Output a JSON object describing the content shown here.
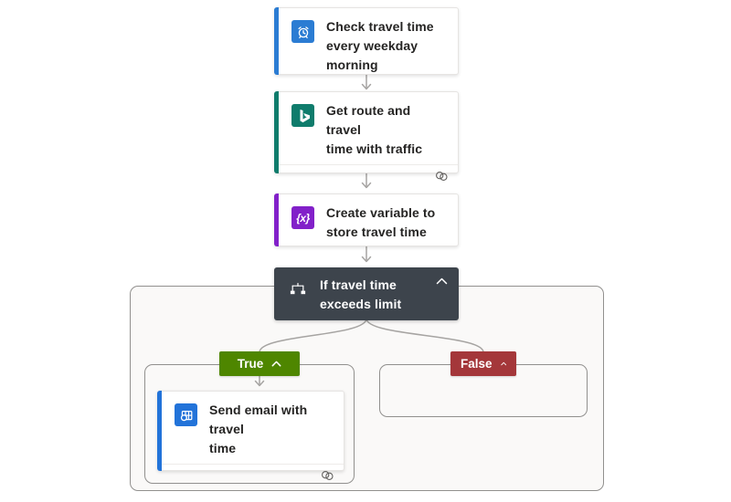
{
  "cards": {
    "recurrence": {
      "title": "Check travel time\nevery weekday\nmorning",
      "icon": "alarm-clock-icon"
    },
    "get_route": {
      "title": "Get route and travel\ntime with traffic",
      "icon": "bing-icon",
      "footer_icon": "connections-icon"
    },
    "create_variable": {
      "title": "Create variable to\nstore travel time",
      "icon": "variable-icon"
    },
    "condition": {
      "title": "If travel time\nexceeds limit",
      "icon": "branch-condition-icon",
      "collapse_icon": "chevron-up-icon"
    },
    "send_email": {
      "title": "Send email with travel\ntime",
      "icon": "outlook-icon",
      "footer_icon": "connections-icon"
    }
  },
  "branches": {
    "true": {
      "label": "True",
      "collapse_icon": "chevron-up-icon"
    },
    "false": {
      "label": "False",
      "collapse_icon": "chevron-up-icon"
    }
  },
  "icons": {
    "variable_glyph": "{x}"
  },
  "colors": {
    "recurrence_accent": "#2b7cd3",
    "bing_accent": "#0f7c6c",
    "variable_accent": "#8220c9",
    "outlook_accent": "#2273d9",
    "condition_background": "#3d444c",
    "true_badge": "#4e8600",
    "false_badge": "#a4373a",
    "connector": "#a6a4a2",
    "container_border": "#91908e",
    "container_background": "#faf9f8"
  }
}
